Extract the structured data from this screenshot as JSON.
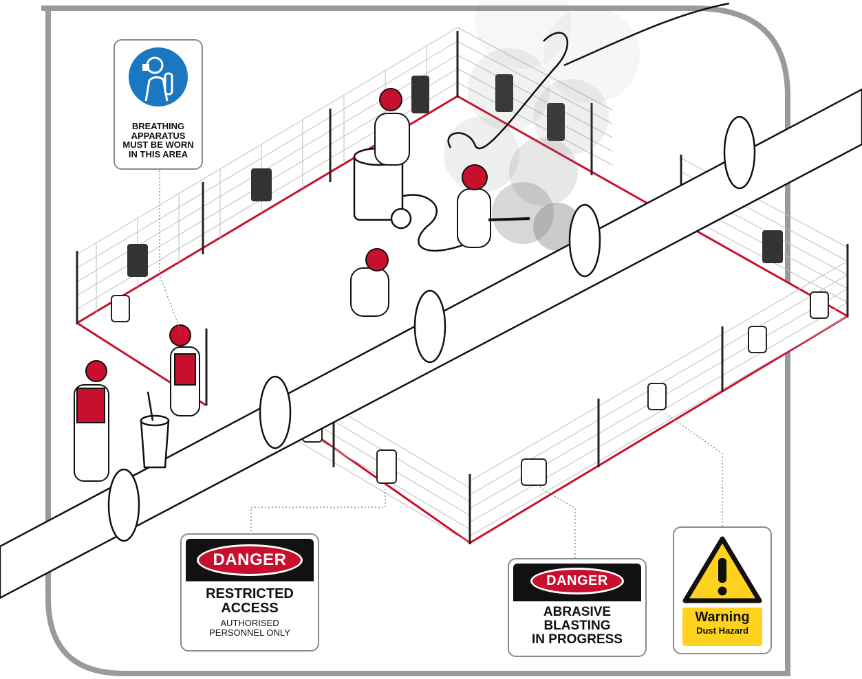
{
  "signs": {
    "breathing": {
      "text_lines": [
        "BREATHING",
        "APPARATUS",
        "MUST BE WORN",
        "IN THIS AREA"
      ],
      "icon": "breathing-apparatus-icon",
      "color": "#1a78c2"
    },
    "restricted": {
      "badge": "DANGER",
      "title_lines": [
        "RESTRICTED",
        "ACCESS"
      ],
      "sub_lines": [
        "AUTHORISED",
        "PERSONNEL ONLY"
      ]
    },
    "abrasive": {
      "badge": "DANGER",
      "title_lines": [
        "ABRASIVE",
        "BLASTING",
        "IN PROGRESS"
      ]
    },
    "warning": {
      "icon": "warning-triangle-icon",
      "title": "Warning",
      "subtitle": "Dust Hazard"
    }
  },
  "colors": {
    "danger_red": "#c8102e",
    "barrier_red": "#c8102e",
    "frame_grey": "#8a8a8a",
    "warning_yellow": "#ffd21f"
  }
}
